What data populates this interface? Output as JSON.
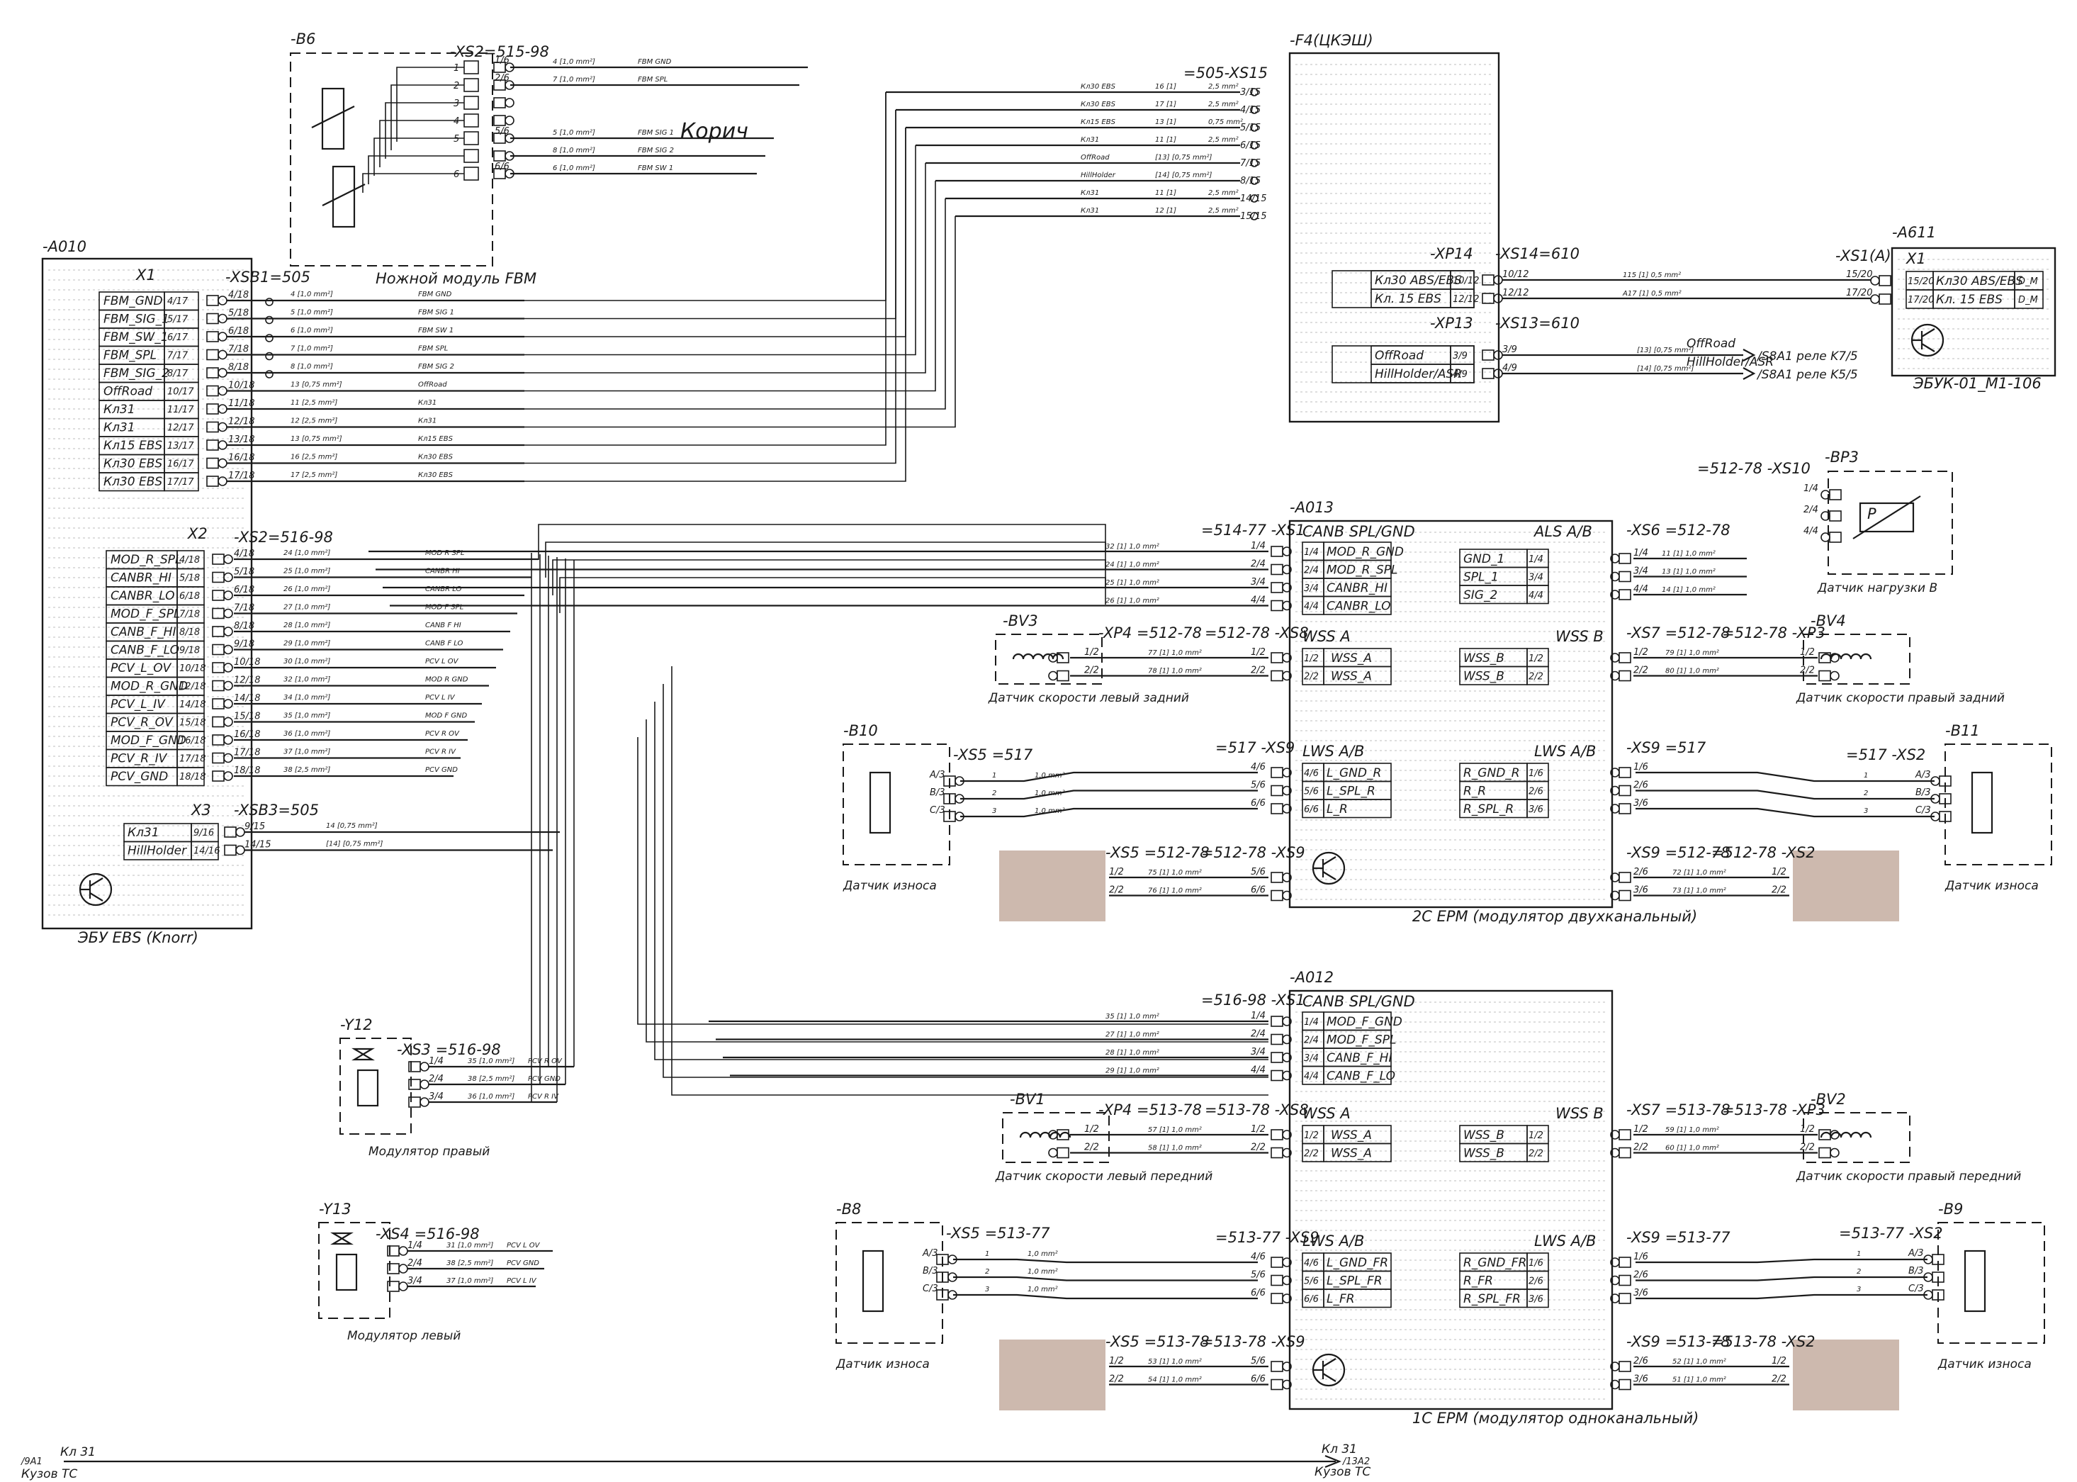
{
  "ecu_main": {
    "id": "-A010",
    "caption": "ЭБУ EBS (Knorr)",
    "x1": {
      "label": "X1",
      "xs": "-XSB1=505",
      "rows": [
        {
          "sig": "FBM_GND",
          "pin": "4/17",
          "conn": "4/18",
          "wire": "4 [1,0 mm²]",
          "name": "FBM GND"
        },
        {
          "sig": "FBM_SIG_1",
          "pin": "5/17",
          "conn": "5/18",
          "wire": "5 [1,0 mm²]",
          "name": "FBM SIG 1"
        },
        {
          "sig": "FBM_SW_1",
          "pin": "6/17",
          "conn": "6/18",
          "wire": "6 [1,0 mm²]",
          "name": "FBM SW 1"
        },
        {
          "sig": "FBM_SPL",
          "pin": "7/17",
          "conn": "7/18",
          "wire": "7 [1,0 mm²]",
          "name": "FBM SPL"
        },
        {
          "sig": "FBM_SIG_2",
          "pin": "8/17",
          "conn": "8/18",
          "wire": "8 [1,0 mm²]",
          "name": "FBM SIG 2"
        },
        {
          "sig": "OffRoad",
          "pin": "10/17",
          "conn": "10/18",
          "wire": "13 [0,75 mm²]",
          "name": "OffRoad"
        },
        {
          "sig": "Кл31",
          "pin": "11/17",
          "conn": "11/18",
          "wire": "11 [2,5 mm²]",
          "name": "Кл31"
        },
        {
          "sig": "Кл31",
          "pin": "12/17",
          "conn": "12/18",
          "wire": "12 [2,5 mm²]",
          "name": "Кл31"
        },
        {
          "sig": "Кл15 EBS",
          "pin": "13/17",
          "conn": "13/18",
          "wire": "13 [0,75 mm²]",
          "name": "Кл15 EBS"
        },
        {
          "sig": "Кл30 EBS",
          "pin": "16/17",
          "conn": "16/18",
          "wire": "16 [2,5 mm²]",
          "name": "Кл30 EBS"
        },
        {
          "sig": "Кл30 EBS",
          "pin": "17/17",
          "conn": "17/18",
          "wire": "17 [2,5 mm²]",
          "name": "Кл30 EBS"
        }
      ]
    },
    "x2": {
      "label": "X2",
      "xs": "-XS2=516-98",
      "rows": [
        {
          "sig": "MOD_R_SPL",
          "pin": "4/18",
          "conn": "4/18",
          "wire": "24 [1,0 mm²]",
          "name": "MOD R SPL"
        },
        {
          "sig": "CANBR_HI",
          "pin": "5/18",
          "conn": "5/18",
          "wire": "25 [1,0 mm²]",
          "name": "CANBR HI"
        },
        {
          "sig": "CANBR_LO",
          "pin": "6/18",
          "conn": "6/18",
          "wire": "26 [1,0 mm²]",
          "name": "CANBR LO"
        },
        {
          "sig": "MOD_F_SPL",
          "pin": "7/18",
          "conn": "7/18",
          "wire": "27 [1,0 mm²]",
          "name": "MOD F SPL"
        },
        {
          "sig": "CANB_F_HI",
          "pin": "8/18",
          "conn": "8/18",
          "wire": "28 [1,0 mm²]",
          "name": "CANB F HI"
        },
        {
          "sig": "CANB_F_LO",
          "pin": "9/18",
          "conn": "9/18",
          "wire": "29 [1,0 mm²]",
          "name": "CANB F LO"
        },
        {
          "sig": "PCV_L_OV",
          "pin": "10/18",
          "conn": "10/18",
          "wire": "30 [1,0 mm²]",
          "name": "PCV L OV"
        },
        {
          "sig": "MOD_R_GND",
          "pin": "12/18",
          "conn": "12/18",
          "wire": "32 [1,0 mm²]",
          "name": "MOD R GND"
        },
        {
          "sig": "PCV_L_IV",
          "pin": "14/18",
          "conn": "14/18",
          "wire": "34 [1,0 mm²]",
          "name": "PCV L IV"
        },
        {
          "sig": "PCV_R_OV",
          "pin": "15/18",
          "conn": "15/18",
          "wire": "35 [1,0 mm²]",
          "name": "MOD F GND"
        },
        {
          "sig": "MOD_F_GND",
          "pin": "16/18",
          "conn": "16/18",
          "wire": "36 [1,0 mm²]",
          "name": "PCV R OV"
        },
        {
          "sig": "PCV_R_IV",
          "pin": "17/18",
          "conn": "17/18",
          "wire": "37 [1,0 mm²]",
          "name": "PCV R IV"
        },
        {
          "sig": "PCV_GND",
          "pin": "18/18",
          "conn": "18/18",
          "wire": "38 [2,5 mm²]",
          "name": "PCV GND"
        }
      ]
    },
    "x3": {
      "label": "X3",
      "xs": "-XSB3=505",
      "rows": [
        {
          "sig": "Кл31",
          "pin": "9/16",
          "conn": "9/15",
          "wire": "14 [0,75 mm²]",
          "name": ""
        },
        {
          "sig": "HillHolder",
          "pin": "14/16",
          "conn": "14/15",
          "wire": "[14] [0,75 mm²]",
          "name": ""
        }
      ]
    }
  },
  "fbm": {
    "id": "-B6",
    "xs": "-XS2=515-98",
    "caption": "Ножной модуль FBM",
    "note": "Корич",
    "rows": [
      {
        "n": "1",
        "pin": "1/6",
        "wire": "4 [1,0 mm²]",
        "name": "FBM GND"
      },
      {
        "n": "2",
        "pin": "2/6",
        "wire": "7 [1,0 mm²]",
        "name": "FBM SPL"
      },
      {
        "n": "3",
        "pin": "",
        "wire": "",
        "name": ""
      },
      {
        "n": "4",
        "pin": "",
        "wire": "",
        "name": ""
      },
      {
        "n": "5",
        "pin": "5/6",
        "wire": "5 [1,0 mm²]",
        "name": "FBM SIG 1"
      },
      {
        "n": "",
        "pin": "",
        "wire": "8 [1,0 mm²]",
        "name": "FBM SIG 2"
      },
      {
        "n": "6",
        "pin": "6/6",
        "wire": "6 [1,0 mm²]",
        "name": "FBM SW 1"
      }
    ]
  },
  "xs15": {
    "id": "=505-XS15",
    "rows": [
      {
        "name": "Кл30 EBS",
        "wire": "16 [1]",
        "size": "2,5 mm²",
        "pin": "3/15"
      },
      {
        "name": "Кл30 EBS",
        "wire": "17 [1]",
        "size": "2,5 mm²",
        "pin": "4/15"
      },
      {
        "name": "Кл15 EBS",
        "wire": "13 [1]",
        "size": "0,75 mm²",
        "pin": "5/15"
      },
      {
        "name": "Кл31",
        "wire": "11 [1]",
        "size": "2,5 mm²",
        "pin": "6/15"
      },
      {
        "name": "OffRoad",
        "wire": "[13] [0,75 mm²]",
        "size": "",
        "pin": "7/15"
      },
      {
        "name": "HillHolder",
        "wire": "[14] [0,75 mm²]",
        "size": "",
        "pin": "8/15"
      },
      {
        "name": "Кл31",
        "wire": "11 [1]",
        "size": "2,5 mm²",
        "pin": "14/15"
      },
      {
        "name": "Кл31",
        "wire": "12 [1]",
        "size": "2,5 mm²",
        "pin": "15/15"
      }
    ]
  },
  "f4": {
    "id": "-F4(ЦКЭШ)",
    "xp14": "-XP14",
    "xs14": "-XS14=610",
    "xp14_rows": [
      {
        "name": "Кл30 ABS/EBS",
        "pin": "10/12",
        "conn": "10/12",
        "wire": "115 [1] 0,5 mm²"
      },
      {
        "name": "Кл. 15 EBS",
        "pin": "12/12",
        "conn": "12/12",
        "wire": "A17 [1] 0,5 mm²"
      }
    ],
    "xp13": "-XP13",
    "xs13": "-XS13=610",
    "xp13_rows": [
      {
        "name": "OffRoad",
        "pin": "3/9",
        "conn": "3/9",
        "wire": "[13] [0,75 mm²]",
        "dest": "/S8A1 реле K7/5",
        "label": "OffRoad"
      },
      {
        "name": "HillHolder/ASR",
        "pin": "4/9",
        "conn": "4/9",
        "wire": "[14] [0,75 mm²]",
        "dest": "/S8A1 реле K5/5",
        "label": "HillHolder/ASR"
      }
    ]
  },
  "a611": {
    "id": "-A611",
    "xs": "-XS1(A)",
    "label": "X1",
    "caption": "ЭБУК-01_М1-106",
    "rows": [
      {
        "conn": "15/20",
        "pin": "15/20",
        "name": "Кл30 ABS/EBS",
        "code": "D_М"
      },
      {
        "conn": "17/20",
        "pin": "17/20",
        "name": "Кл. 15 EBS",
        "code": "D_М"
      }
    ]
  },
  "a013": {
    "id": "-A013",
    "caption": "2С EPM (модулятор двухканальный)",
    "xs1": "=514-77 -XS1",
    "canb_header": "CANB SPL/GND",
    "canb_rows": [
      {
        "pin": "1/4",
        "sig": "MOD_R_GND",
        "wire": "32 [1] 1,0 mm²"
      },
      {
        "pin": "2/4",
        "sig": "MOD_R_SPL",
        "wire": "24 [1] 1,0 mm²"
      },
      {
        "pin": "3/4",
        "sig": "CANBR_HI",
        "wire": "25 [1] 1,0 mm²"
      },
      {
        "pin": "4/4",
        "sig": "CANBR_LO",
        "wire": "26 [1] 1,0 mm²"
      }
    ],
    "als_header": "ALS A/B",
    "als_rows": [
      {
        "pin": "1/4",
        "sig": "GND_1",
        "wire": "11 [1] 1,0 mm²"
      },
      {
        "pin": "3/4",
        "sig": "SPL_1",
        "wire": "13 [1] 1,0 mm²"
      },
      {
        "pin": "4/4",
        "sig": "SIG_2",
        "wire": "14 [1] 1,0 mm²"
      }
    ],
    "xs6": "-XS6 =512-78",
    "wssa_header": "WSS A",
    "wssa_rows": [
      {
        "pin": "1/2",
        "sig": "WSS_A",
        "wire": "77 [1] 1,0 mm²"
      },
      {
        "pin": "2/2",
        "sig": "WSS_A",
        "wire": "78 [1] 1,0 mm²"
      }
    ],
    "wssb_header": "WSS B",
    "wssb_rows": [
      {
        "pin": "1/2",
        "sig": "WSS_B",
        "wire": "79 [1] 1,0 mm²"
      },
      {
        "pin": "2/2",
        "sig": "WSS_B",
        "wire": "80 [1] 1,0 mm²"
      }
    ],
    "xs8": "=512-78 -XS8",
    "xp4": "-XP4 =512-78",
    "xs7": "-XS7 =512-78",
    "xp3": "=512-78 -XP3",
    "lwsl_header": "LWS A/B",
    "lwsl_rows": [
      {
        "pin": "4/6",
        "sig": "L_GND_R"
      },
      {
        "pin": "5/6",
        "sig": "L_SPL_R"
      },
      {
        "pin": "6/6",
        "sig": "L_R"
      }
    ],
    "lwsr_header": "LWS A/B",
    "lwsr_rows": [
      {
        "pin": "1/6",
        "sig": "R_GND_R"
      },
      {
        "pin": "2/6",
        "sig": "R_R"
      },
      {
        "pin": "3/6",
        "sig": "R_SPL_R"
      }
    ],
    "xs9l": "=517 -XS9",
    "xs9r": "-XS9 =517",
    "low_left_xs5": "-XS5 =512-78",
    "low_left_xs9": "=512-78 -XS9",
    "low_left_rows": [
      {
        "pin": "1/2",
        "wire": "75 [1] 1,0 mm²",
        "conn": "5/6"
      },
      {
        "pin": "2/2",
        "wire": "76 [1] 1,0 mm²",
        "conn": "6/6"
      }
    ],
    "low_right_xs9": "-XS9 =512-78",
    "low_right_xs2": "=512-78 -XS2",
    "low_right_rows": [
      {
        "pin": "2/6",
        "wire": "72 [1] 1,0 mm²",
        "conn": "1/2"
      },
      {
        "pin": "3/6",
        "wire": "73 [1] 1,0 mm²",
        "conn": "2/2"
      }
    ]
  },
  "a012": {
    "id": "-A012",
    "caption": "1С EPM (модулятор одноканальный)",
    "xs1": "=516-98 -XS1",
    "canb_header": "CANB SPL/GND",
    "canb_rows": [
      {
        "pin": "1/4",
        "sig": "MOD_F_GND",
        "wire": "35 [1] 1,0 mm²"
      },
      {
        "pin": "2/4",
        "sig": "MOD_F_SPL",
        "wire": "27 [1] 1,0 mm²"
      },
      {
        "pin": "3/4",
        "sig": "CANB_F_HI",
        "wire": "28 [1] 1,0 mm²"
      },
      {
        "pin": "4/4",
        "sig": "CANB_F_LO",
        "wire": "29 [1] 1,0 mm²"
      }
    ],
    "wssa_header": "WSS A",
    "wssa_rows": [
      {
        "pin": "1/2",
        "sig": "WSS_A",
        "wire": "57 [1] 1,0 mm²"
      },
      {
        "pin": "2/2",
        "sig": "WSS_A",
        "wire": "58 [1] 1,0 mm²"
      }
    ],
    "wssb_header": "WSS B",
    "wssb_rows": [
      {
        "pin": "1/2",
        "sig": "WSS_B",
        "wire": "59 [1] 1,0 mm²"
      },
      {
        "pin": "2/2",
        "sig": "WSS_B",
        "wire": "60 [1] 1,0 mm²"
      }
    ],
    "xp4": "-XP4 =513-78",
    "xs8": "=513-78 -XS8",
    "xs7": "-XS7 =513-78",
    "xp3": "=513-78 -XP3",
    "lwsl_header": "LWS A/B",
    "lwsl_rows": [
      {
        "pin": "4/6",
        "sig": "L_GND_FR"
      },
      {
        "pin": "5/6",
        "sig": "L_SPL_FR"
      },
      {
        "pin": "6/6",
        "sig": "L_FR"
      }
    ],
    "lwsr_header": "LWS A/B",
    "lwsr_rows": [
      {
        "pin": "1/6",
        "sig": "R_GND_FR"
      },
      {
        "pin": "2/6",
        "sig": "R_FR"
      },
      {
        "pin": "3/6",
        "sig": "R_SPL_FR"
      }
    ],
    "xs9l": "=513-77 -XS9",
    "xs9r": "-XS9 =513-77",
    "low_left_xs5": "-XS5 =513-78",
    "low_left_xs9": "=513-78 -XS9",
    "low_left_rows": [
      {
        "pin": "1/2",
        "wire": "53 [1] 1,0 mm²",
        "conn": "5/6"
      },
      {
        "pin": "2/2",
        "wire": "54 [1] 1,0 mm²",
        "conn": "6/6"
      }
    ],
    "low_right_xs9": "-XS9 =513-78",
    "low_right_xs2": "=513-78 -XS2",
    "low_right_rows": [
      {
        "pin": "2/6",
        "wire": "52 [1] 1,0 mm²",
        "conn": "1/2"
      },
      {
        "pin": "3/6",
        "wire": "51 [1] 1,0 mm²",
        "conn": "2/2"
      }
    ]
  },
  "bp3": {
    "id": "-BP3",
    "xs10": "=512-78 -XS10",
    "caption": "Датчик нагрузки В",
    "pins": [
      "1/4",
      "2/4",
      "4/4"
    ],
    "sym": "P"
  },
  "bv3": {
    "id": "-BV3",
    "caption": "Датчик скорости левый задний"
  },
  "bv4": {
    "id": "-BV4",
    "caption": "Датчик скорости правый задний"
  },
  "bv1": {
    "id": "-BV1",
    "caption": "Датчик скорости левый передний"
  },
  "bv2": {
    "id": "-BV2",
    "caption": "Датчик скорости правый передний"
  },
  "b10": {
    "id": "-B10",
    "xs5": "-XS5 =517",
    "caption": "Датчик износа",
    "pins": [
      "A/3",
      "B/3",
      "C/3"
    ]
  },
  "b11": {
    "id": "-B11",
    "xs2": "=517 -XS2",
    "caption": "Датчик износа",
    "pins": [
      "A/3",
      "B/3",
      "C/3"
    ]
  },
  "b8": {
    "id": "-B8",
    "xs5": "-XS5 =513-77",
    "caption": "Датчик износа",
    "pins": [
      "A/3",
      "B/3",
      "C/3"
    ]
  },
  "b9": {
    "id": "-B9",
    "xs2": "=513-77 -XS2",
    "caption": "Датчик износа",
    "pins": [
      "A/3",
      "B/3",
      "C/3"
    ]
  },
  "y12": {
    "id": "-Y12",
    "xs": "-XS3 =516-98",
    "caption": "Модулятор правый",
    "rows": [
      {
        "pin": "1/4",
        "wire": "35 [1,0 mm²]",
        "name": "PCV R OV"
      },
      {
        "pin": "2/4",
        "wire": "38 [2,5 mm²]",
        "name": "PCV GND"
      },
      {
        "pin": "3/4",
        "wire": "36 [1,0 mm²]",
        "name": "PCV R IV"
      }
    ]
  },
  "y13": {
    "id": "-Y13",
    "xs": "-XS4 =516-98",
    "caption": "Модулятор левый",
    "rows": [
      {
        "pin": "1/4",
        "wire": "31 [1,0 mm²]",
        "name": "PCV L OV"
      },
      {
        "pin": "2/4",
        "wire": "38 [2,5 mm²]",
        "name": "PCV GND"
      },
      {
        "pin": "3/4",
        "wire": "37 [1,0 mm²]",
        "name": "PCV L IV"
      }
    ]
  },
  "ground": {
    "left_ref": "/9A1",
    "left_label": "Кл 31",
    "left_sub": "Кузов ТС",
    "right_ref": "/13A2",
    "right_label": "Кл 31",
    "right_sub": "Кузов ТС"
  },
  "wire_small_label": "1,0 mm²",
  "wire_num": {
    "w1": "1",
    "w2": "2",
    "w3": "3"
  }
}
